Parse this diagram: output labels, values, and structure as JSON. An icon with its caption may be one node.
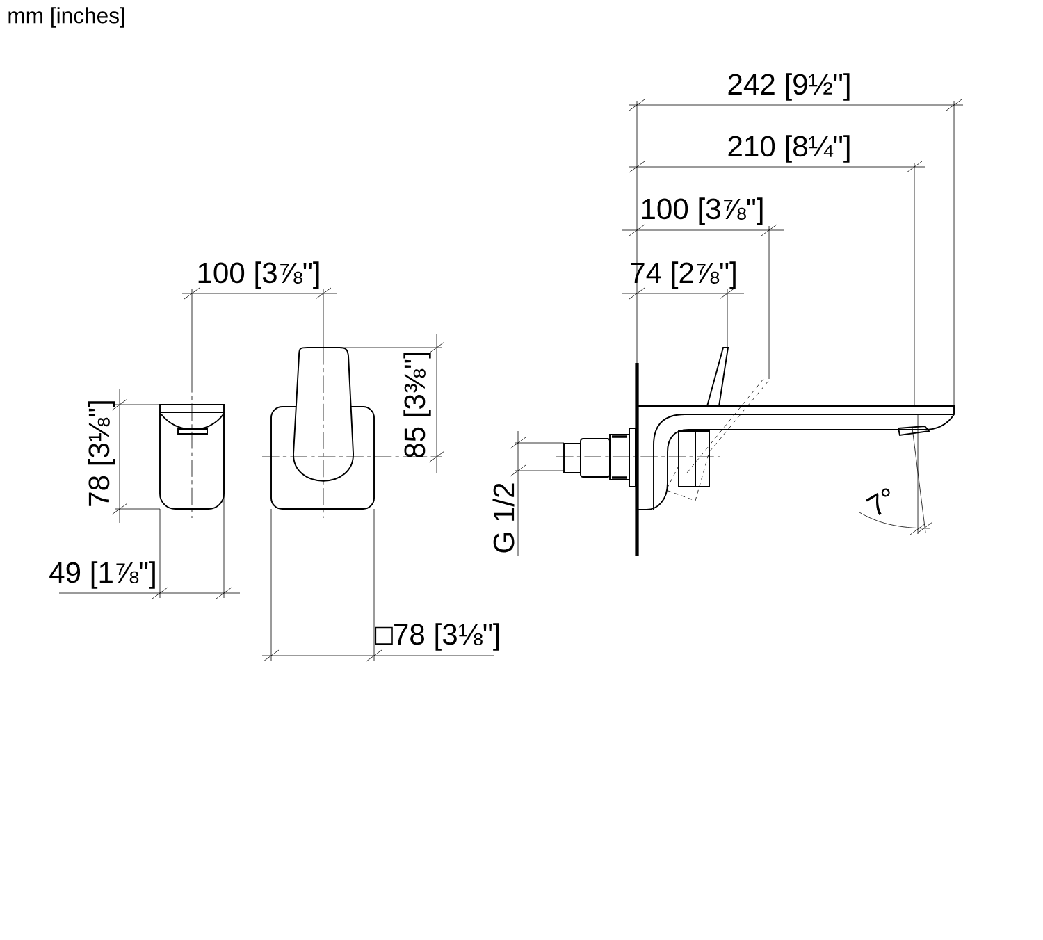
{
  "diagram": {
    "labels": [
      "mm [inches]",
      "242 [9½\"]",
      "210 [8¼\"]",
      "100 [3⅞\"]",
      "100 [3⅞\"]",
      "74 [2⅞\"]",
      "85 [3⅜\"]",
      "78 [3⅛\"]",
      "49 [1⅞\"]",
      "7°",
      "G 1/2",
      "□78 [3⅛\"]"
    ]
  }
}
